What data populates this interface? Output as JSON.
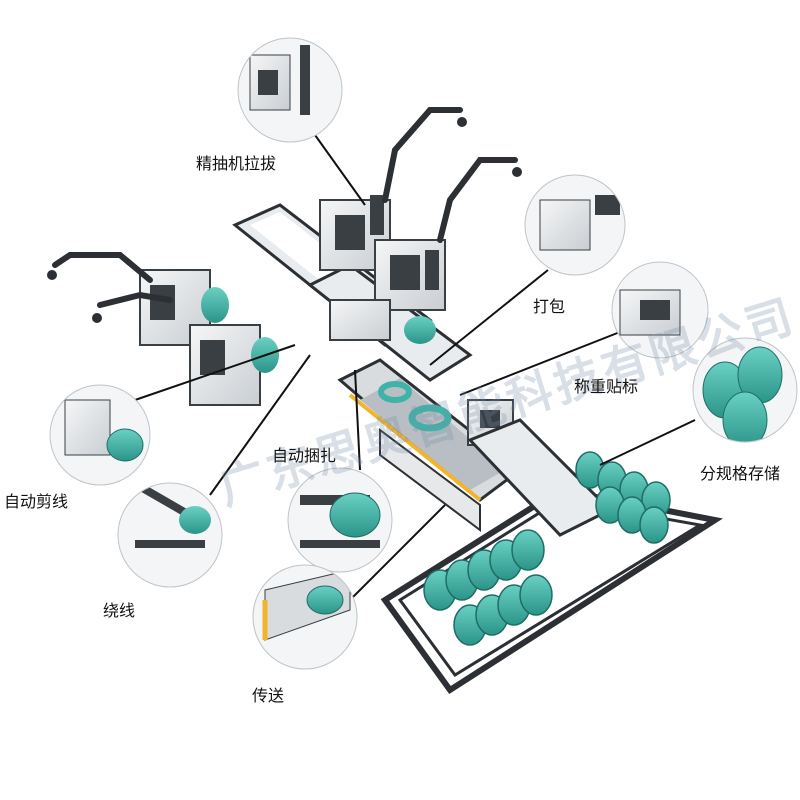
{
  "labels": {
    "drawing": "精抽机拉拔",
    "packing": "打包",
    "weighing": "称重贴标",
    "storage": "分规格存储",
    "auto_bundling": "自动捆扎",
    "auto_cutting": "自动剪线",
    "winding": "绕线",
    "conveying": "传送"
  },
  "watermark": "广东思奥智能科技有限公司",
  "colors": {
    "machine_body": "#e9ecee",
    "machine_dark": "#3a3f44",
    "coil_teal": "#3fb3a7",
    "frame": "#2c2f33",
    "conveyor_accent": "#f0b52c"
  }
}
